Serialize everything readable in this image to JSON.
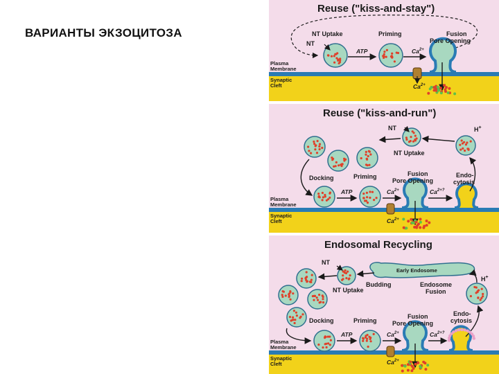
{
  "slide": {
    "title": "ВАРИАНТЫ ЭКЗОЦИТОЗА"
  },
  "panels": [
    {
      "title": "Reuse (\"kiss-and-stay\")",
      "labels": {
        "nt_uptake": "NT Uptake",
        "nt": "NT",
        "priming": "Priming",
        "fusion": "Fusion",
        "pore_opening": "Pore Opening",
        "atp": "ATP",
        "ca_top": "Ca",
        "ca_bottom": "Ca",
        "plasma": "Plasma",
        "membrane": "Membrane",
        "synaptic": "Synaptic",
        "cleft": "Cleft"
      }
    },
    {
      "title": "Reuse (\"kiss-and-run\")",
      "labels": {
        "nt": "NT",
        "h": "H",
        "nt_uptake": "NT Uptake",
        "docking": "Docking",
        "priming": "Priming",
        "fusion": "Fusion",
        "pore_opening": "Pore Opening",
        "endo": "Endo-",
        "cytosis": "cytosis",
        "atp": "ATP",
        "ca_top": "Ca",
        "ca_q": "Ca",
        "ca_bottom": "Ca",
        "plasma": "Plasma",
        "membrane": "Membrane",
        "synaptic": "Synaptic",
        "cleft": "Cleft"
      }
    },
    {
      "title": "Endosomal Recycling",
      "labels": {
        "nt": "NT",
        "early_endosome": "Early Endosome",
        "h": "H",
        "budding": "Budding",
        "endosome_fusion_1": "Endosome",
        "endosome_fusion_2": "Fusion",
        "nt_uptake": "NT Uptake",
        "docking": "Docking",
        "priming": "Priming",
        "fusion": "Fusion",
        "pore_opening": "Pore Opening",
        "endo": "Endo-",
        "cytosis": "cytosis",
        "atp": "ATP",
        "ca_top": "Ca",
        "ca_q": "Ca",
        "ca_bottom": "Ca",
        "plasma": "Plasma",
        "membrane": "Membrane",
        "synaptic": "Synaptic",
        "cleft": "Cleft"
      }
    }
  ],
  "symbols": {
    "ca_charge": "2+",
    "ca_unknown": "2+?",
    "plus": "+"
  },
  "colors": {
    "panel_bg": "#f4dcea",
    "cleft": "#f2d21a",
    "membrane": "#2a7bb4",
    "vesicle_fill": "#a8d8c0",
    "vesicle_stroke": "#2f6f8f",
    "nt_dot": "#e0402a",
    "release_green": "#5cc04a",
    "endocytosis_pink": "#e9a0c8"
  }
}
